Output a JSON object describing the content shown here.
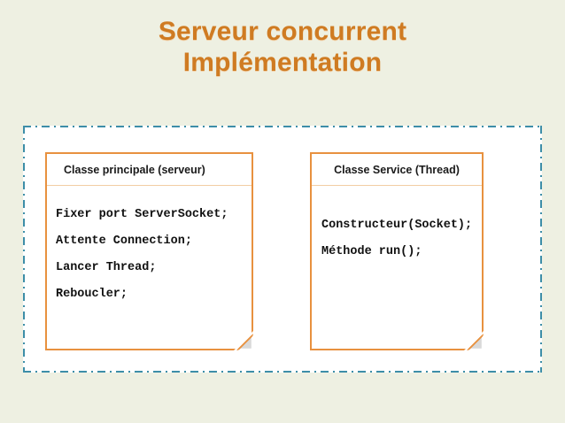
{
  "slide": {
    "background_color": "#eef0e2",
    "title": {
      "line1": "Serveur concurrent",
      "line2": "Implémentation",
      "color": "#cf7b22"
    },
    "panel": {
      "border_color": "#3d8ea8",
      "border_style": "dash-dot",
      "fill_color": "#ffffff"
    },
    "cards": [
      {
        "id": "classe-principale",
        "header": "Classe principale (serveur)",
        "border_color": "#e8913f",
        "lines": [
          "Fixer port ServerSocket;",
          "Attente Connection;",
          "Lancer Thread;",
          "Reboucler;"
        ]
      },
      {
        "id": "classe-service",
        "header": "Classe Service (Thread)",
        "border_color": "#e8913f",
        "lines": [
          "Constructeur(Socket);",
          "Méthode run();"
        ]
      }
    ]
  }
}
